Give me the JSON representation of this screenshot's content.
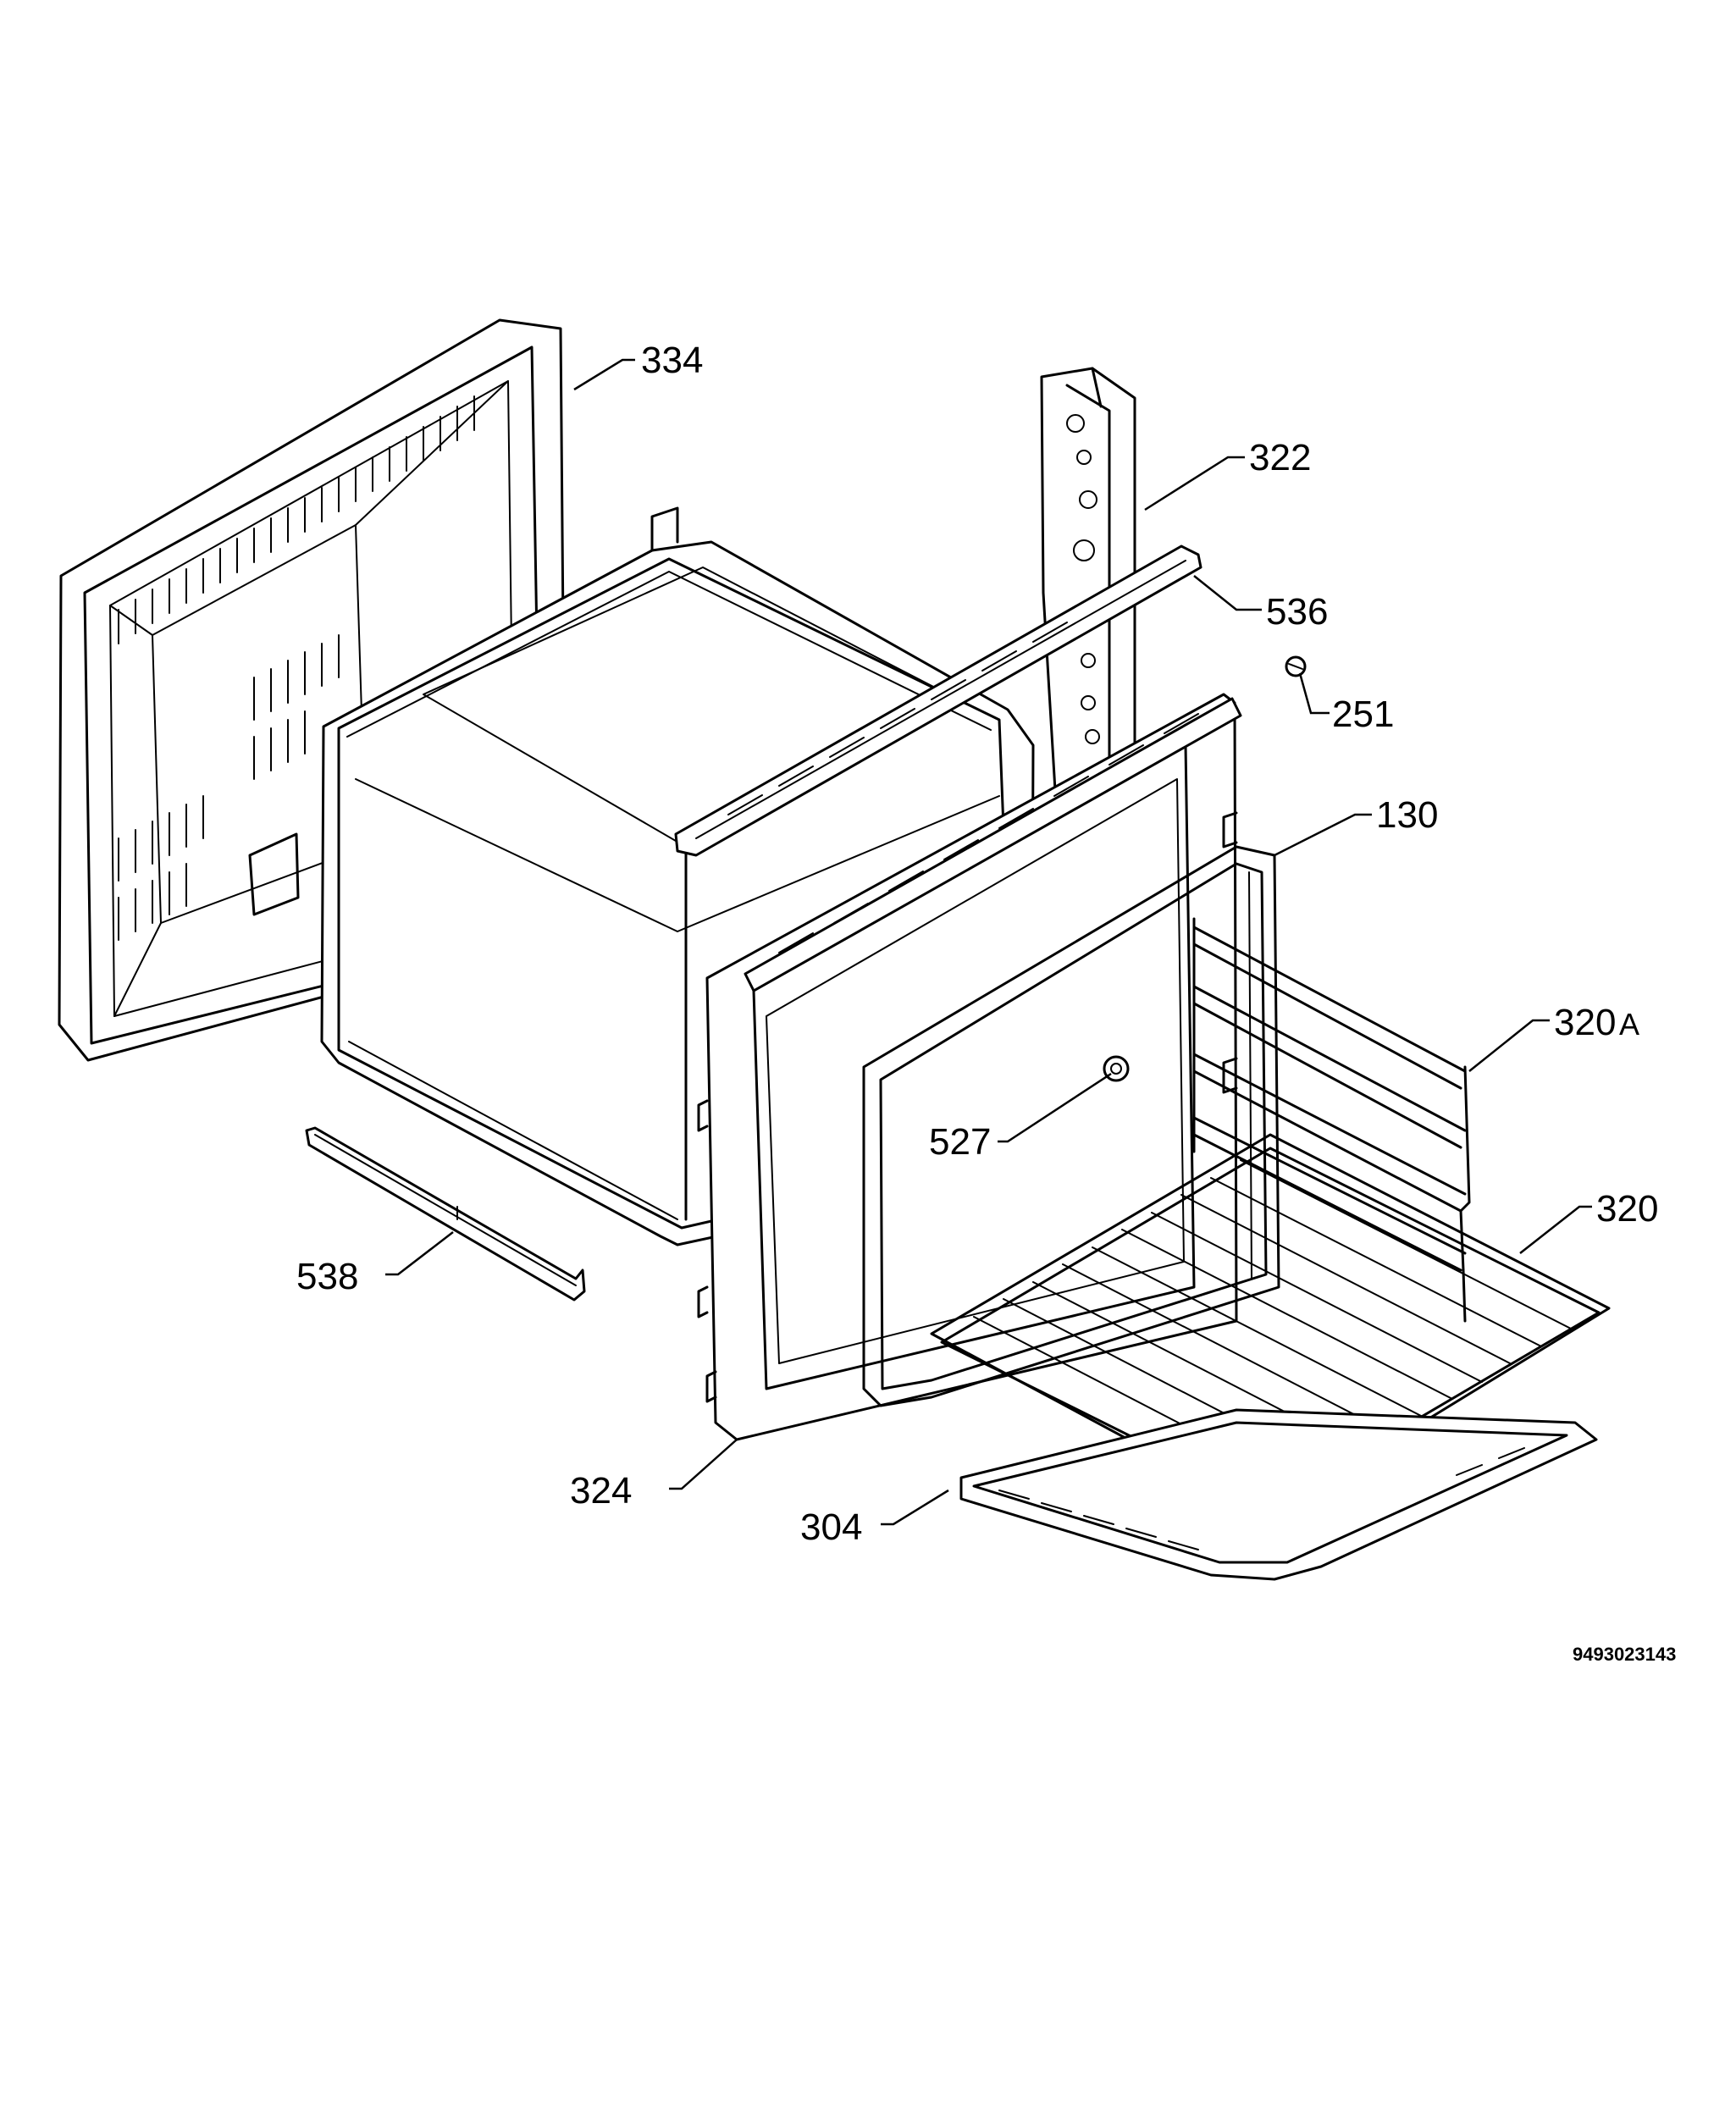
{
  "diagram": {
    "callouts": {
      "c334": "334",
      "c322": "322",
      "c536": "536",
      "c251": "251",
      "c130": "130",
      "c320a": "320",
      "c320a_suffix": "A",
      "c527": "527",
      "c320": "320",
      "c538": "538",
      "c324": "324",
      "c304": "304"
    },
    "document_number": "9493023143"
  }
}
